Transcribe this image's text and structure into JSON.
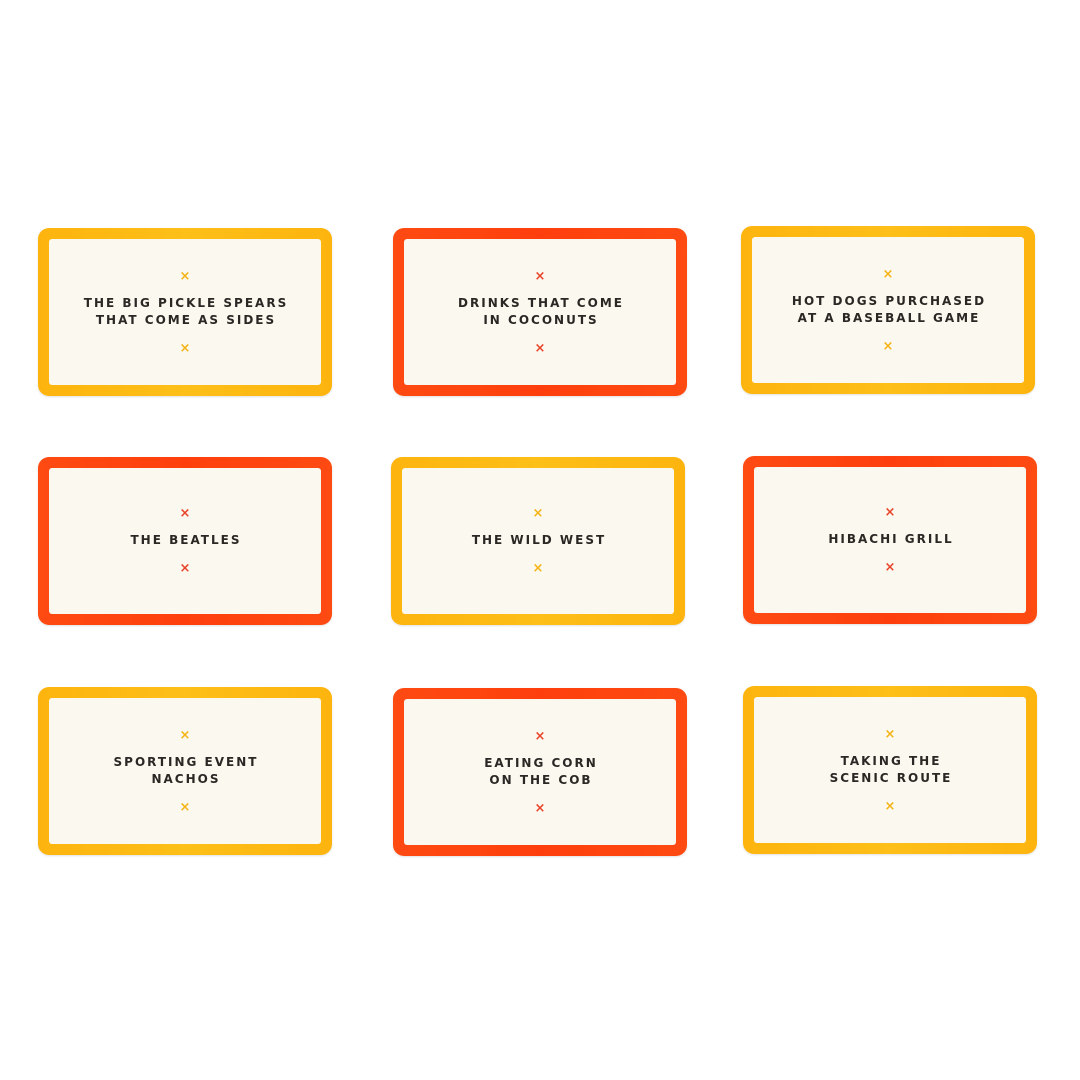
{
  "cards": [
    {
      "text": "THE BIG PICKLE SPEARS\nTHAT COME AS SIDES",
      "color": "yellow"
    },
    {
      "text": "DRINKS THAT COME\nIN COCONUTS",
      "color": "red"
    },
    {
      "text": "HOT DOGS PURCHASED\nAT A BASEBALL GAME",
      "color": "yellow"
    },
    {
      "text": "THE BEATLES",
      "color": "red"
    },
    {
      "text": "THE WILD WEST",
      "color": "yellow"
    },
    {
      "text": "HIBACHI GRILL",
      "color": "red"
    },
    {
      "text": "SPORTING EVENT\nNACHOS",
      "color": "yellow"
    },
    {
      "text": "EATING CORN\nON THE COB",
      "color": "red"
    },
    {
      "text": "TAKING THE\nSCENIC ROUTE",
      "color": "yellow"
    }
  ],
  "colors": {
    "yellow_border": "#fdb40e",
    "red_border": "#fe4b12",
    "card_face": "#fbf8ef",
    "text": "#2b2725"
  },
  "icons": {
    "cross": "×"
  }
}
